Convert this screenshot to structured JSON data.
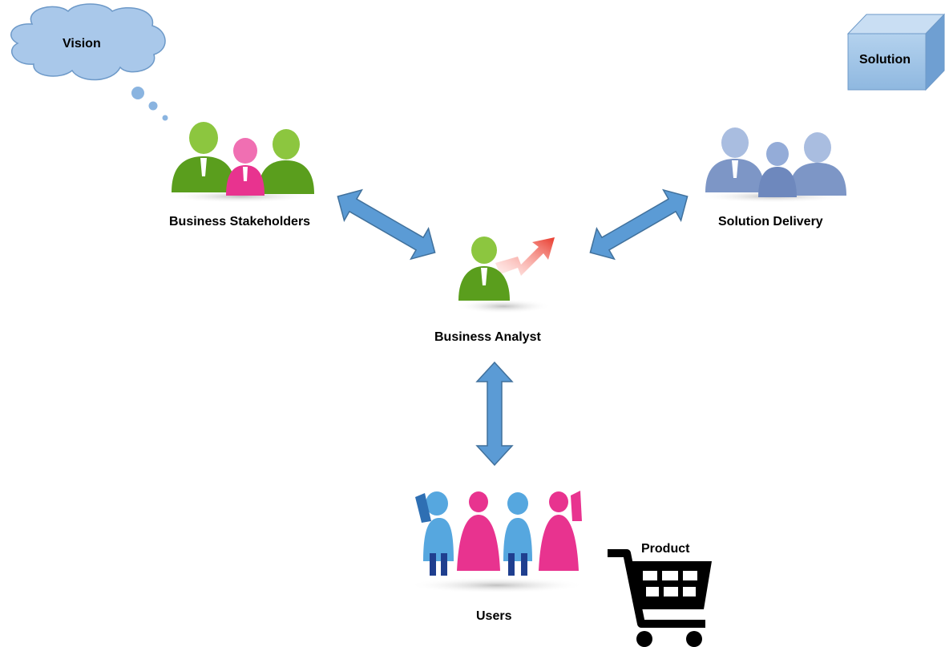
{
  "nodes": {
    "vision": "Vision",
    "solution": "Solution",
    "stakeholders": "Business Stakeholders",
    "delivery": "Solution Delivery",
    "analyst": "Business Analyst",
    "users": "Users",
    "product": "Product"
  },
  "colors": {
    "arrow": "#5b9bd5",
    "arrow_stroke": "#41719c",
    "cloud": "#a9c8ea",
    "cube": "#9dc3e6",
    "green": "#7ab317",
    "pink": "#e8338f",
    "gray_blue": "#8fa6cc",
    "light_blue": "#56a7df",
    "growth_arrow": "#e8392b",
    "cart": "#000000"
  },
  "icons": [
    "cloud-icon",
    "cube-icon",
    "people-group-icon",
    "person-growth-icon",
    "cart-icon",
    "double-arrow-icon"
  ]
}
